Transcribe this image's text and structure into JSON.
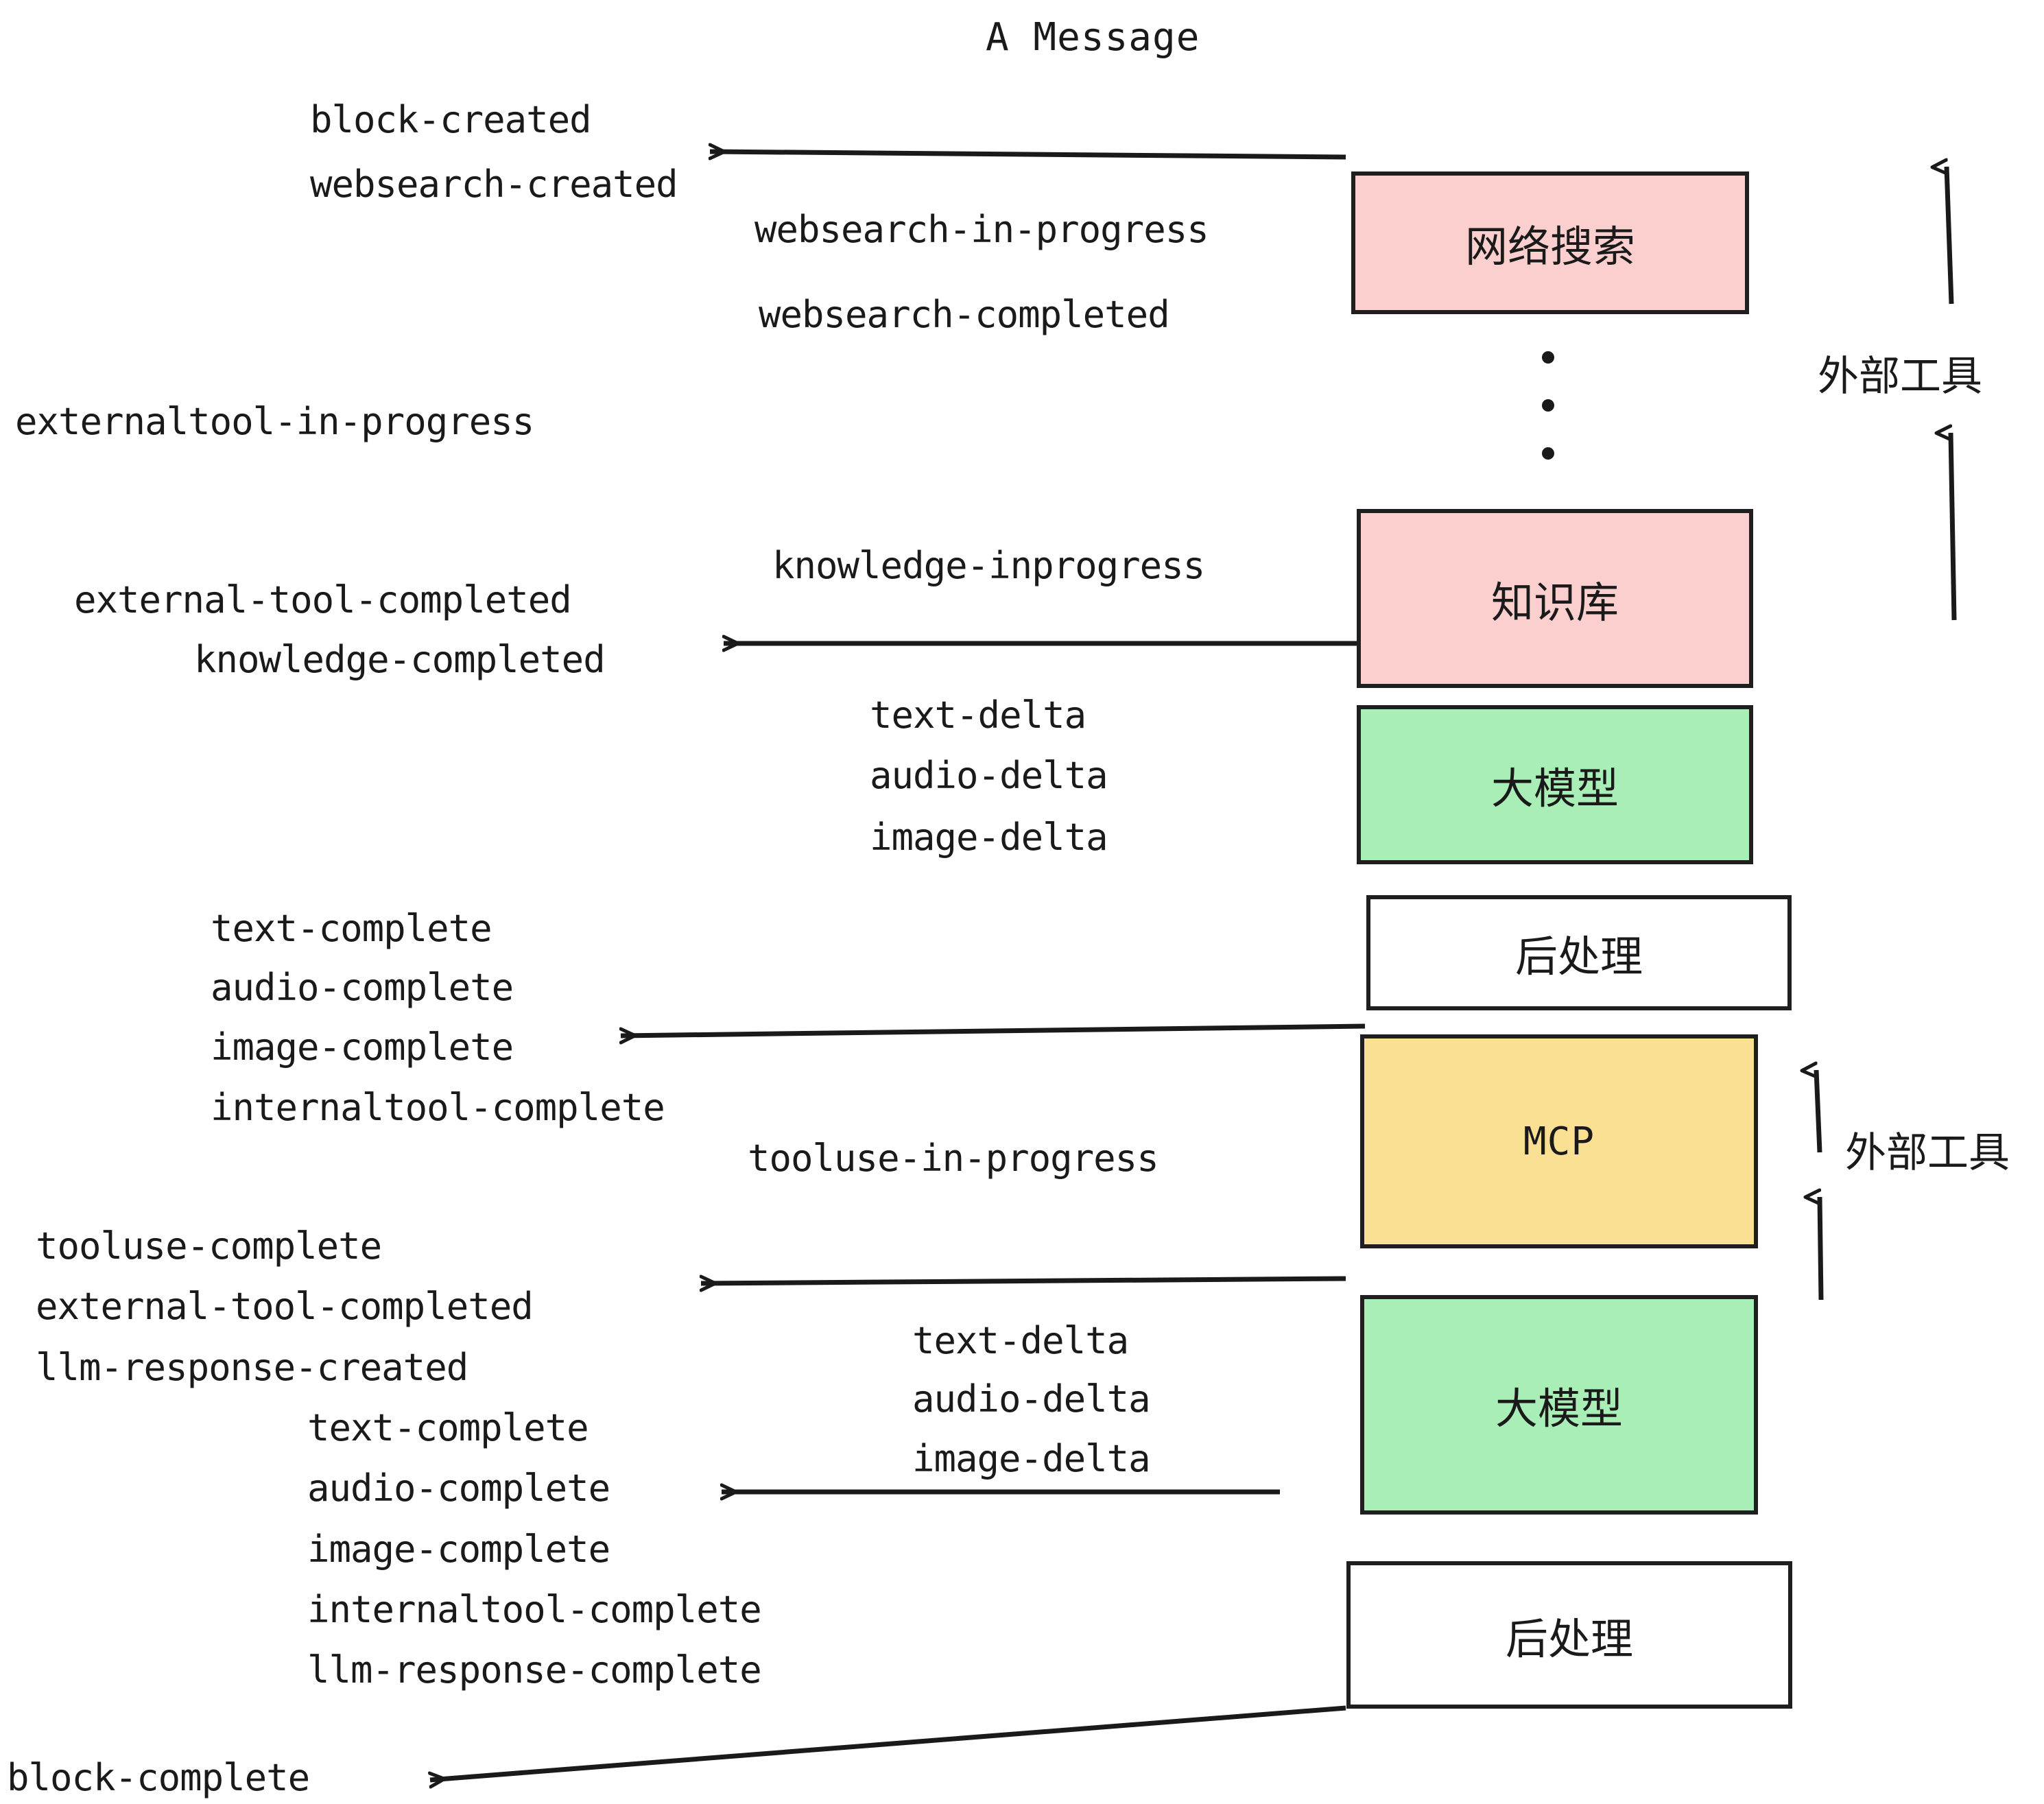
{
  "diagram": {
    "title": "A Message",
    "side_labels": [
      {
        "text": "外部工具"
      },
      {
        "text": "外部工具"
      }
    ],
    "boxes": [
      {
        "label": "网络搜索",
        "color": "#fccfcf",
        "kind": "pink"
      },
      {
        "label": "知识库",
        "color": "#fccfcf",
        "kind": "pink"
      },
      {
        "label": "大模型",
        "color": "#a9eeb6",
        "kind": "green"
      },
      {
        "label": "后处理",
        "color": "#ffffff",
        "kind": "white"
      },
      {
        "label": "MCP",
        "color": "#fae093",
        "kind": "yellow"
      },
      {
        "label": "大模型",
        "color": "#a9eeb6",
        "kind": "green"
      },
      {
        "label": "后处理",
        "color": "#ffffff",
        "kind": "white"
      }
    ],
    "events": [
      {
        "text": "block-created"
      },
      {
        "text": "websearch-created"
      },
      {
        "text": "websearch-in-progress"
      },
      {
        "text": "websearch-completed"
      },
      {
        "text": "externaltool-in-progress"
      },
      {
        "text": "knowledge-inprogress"
      },
      {
        "text": "external-tool-completed"
      },
      {
        "text": "knowledge-completed"
      },
      {
        "text": "text-delta"
      },
      {
        "text": "audio-delta"
      },
      {
        "text": "image-delta"
      },
      {
        "text": "text-complete"
      },
      {
        "text": "audio-complete"
      },
      {
        "text": "image-complete"
      },
      {
        "text": "internaltool-complete"
      },
      {
        "text": "tooluse-in-progress"
      },
      {
        "text": "tooluse-complete"
      },
      {
        "text": "external-tool-completed"
      },
      {
        "text": "llm-response-created"
      },
      {
        "text": "text-delta"
      },
      {
        "text": "audio-delta"
      },
      {
        "text": "image-delta"
      },
      {
        "text": "text-complete"
      },
      {
        "text": "audio-complete"
      },
      {
        "text": "image-complete"
      },
      {
        "text": "internaltool-complete"
      },
      {
        "text": "llm-response-complete"
      },
      {
        "text": "block-complete"
      }
    ],
    "colors": {
      "pink": "#fccfcf",
      "green": "#a9eeb6",
      "yellow": "#fae093",
      "white": "#ffffff",
      "stroke": "#1f1f1f",
      "text": "#1a1a1a",
      "background": "#ffffff"
    }
  }
}
